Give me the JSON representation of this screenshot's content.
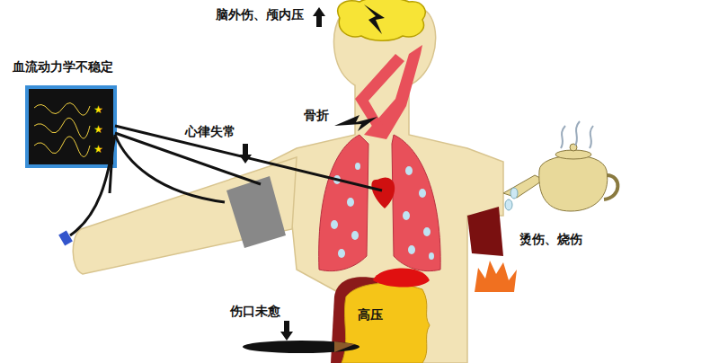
{
  "diagram": {
    "labels": [
      "脑外伤、颅内压",
      "血流动力学不稳定",
      "心律失常",
      "骨折",
      "烫伤、烧伤",
      "伤口未愈",
      "高压"
    ]
  }
}
